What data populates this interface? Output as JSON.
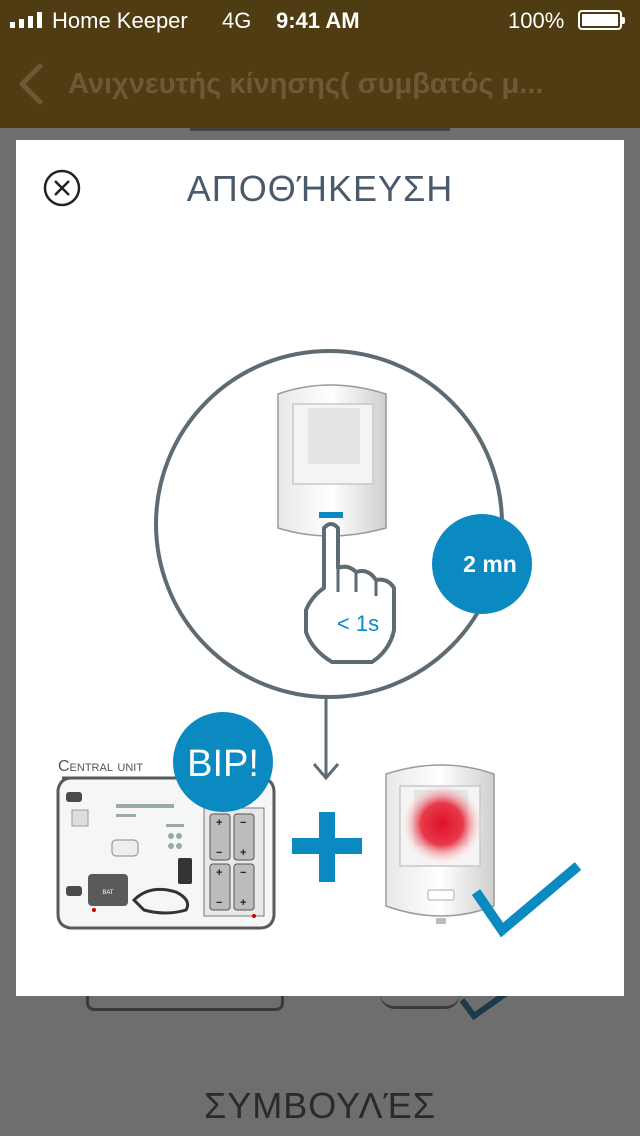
{
  "status_bar": {
    "carrier": "Home Keeper",
    "network": "4G",
    "time": "9:41 AM",
    "battery": "100%"
  },
  "nav": {
    "title": "Ανιχνευτής κίνησης( συμβατός μ..."
  },
  "modal": {
    "title": "ΑΠΟΘΉΚΕΥΣΗ",
    "timer_badge": "2 mn",
    "press_duration": "< 1s",
    "central_unit_label": "Central unit",
    "bip_label": "BIP!"
  },
  "background": {
    "footer_title": "ΣΥΜΒΟΥΛΈΣ"
  },
  "colors": {
    "header": "#4f3c12",
    "accent_blue": "#0a8ac0",
    "title_text": "#4a5a6a",
    "led_red": "#e0102a"
  }
}
